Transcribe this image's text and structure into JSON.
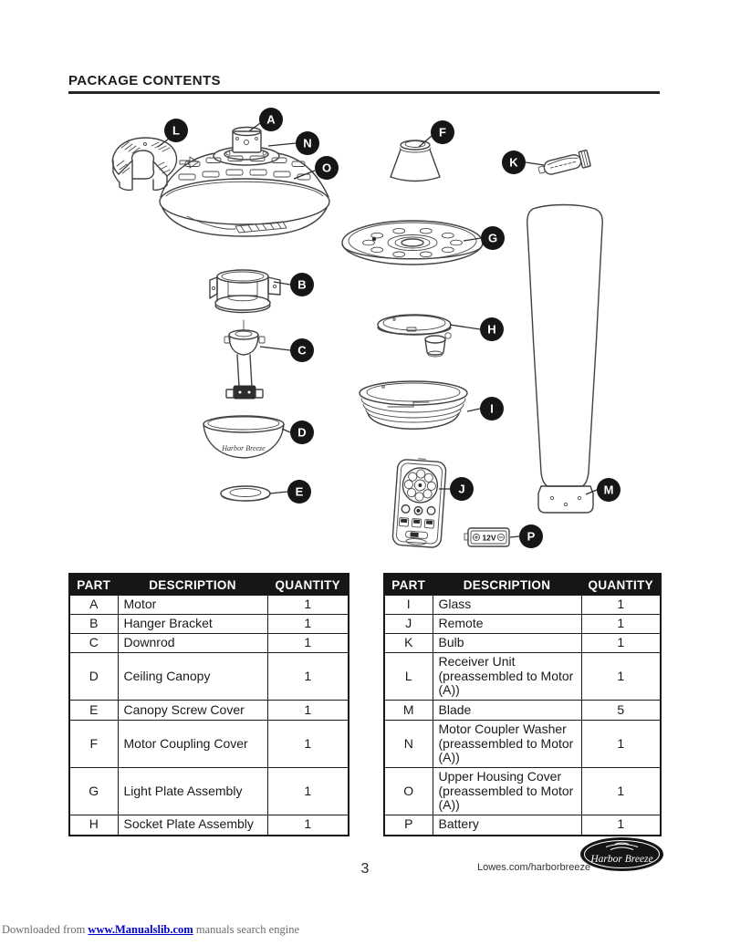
{
  "header": {
    "title": "PACKAGE CONTENTS"
  },
  "diagram": {
    "labels": [
      {
        "letter": "A"
      },
      {
        "letter": "B"
      },
      {
        "letter": "C"
      },
      {
        "letter": "D"
      },
      {
        "letter": "E"
      },
      {
        "letter": "F"
      },
      {
        "letter": "G"
      },
      {
        "letter": "H"
      },
      {
        "letter": "I"
      },
      {
        "letter": "J"
      },
      {
        "letter": "K"
      },
      {
        "letter": "L"
      },
      {
        "letter": "M"
      },
      {
        "letter": "N"
      },
      {
        "letter": "O"
      },
      {
        "letter": "P"
      }
    ],
    "battery_label": "12V",
    "canopy_brand": "Harbor Breeze"
  },
  "tables": [
    {
      "headers": [
        "PART",
        "DESCRIPTION",
        "QUANTITY"
      ],
      "rows": [
        {
          "part": "A",
          "description": "Motor",
          "quantity": "1"
        },
        {
          "part": "B",
          "description": "Hanger Bracket",
          "quantity": "1"
        },
        {
          "part": "C",
          "description": "Downrod",
          "quantity": "1"
        },
        {
          "part": "D",
          "description": "Ceiling Canopy",
          "quantity": "1"
        },
        {
          "part": "E",
          "description": "Canopy Screw Cover",
          "quantity": "1"
        },
        {
          "part": "F",
          "description": "Motor Coupling Cover",
          "quantity": "1"
        },
        {
          "part": "G",
          "description": "Light Plate Assembly",
          "quantity": "1"
        },
        {
          "part": "H",
          "description": "Socket Plate Assembly",
          "quantity": "1"
        }
      ]
    },
    {
      "headers": [
        "PART",
        "DESCRIPTION",
        "QUANTITY"
      ],
      "rows": [
        {
          "part": "I",
          "description": "Glass",
          "quantity": "1"
        },
        {
          "part": "J",
          "description": "Remote",
          "quantity": "1"
        },
        {
          "part": "K",
          "description": "Bulb",
          "quantity": "1"
        },
        {
          "part": "L",
          "description": "Receiver Unit (preassembled to Motor (A))",
          "quantity": "1"
        },
        {
          "part": "M",
          "description": "Blade",
          "quantity": "5"
        },
        {
          "part": "N",
          "description": "Motor Coupler Washer (preassembled to Motor (A))",
          "quantity": "1"
        },
        {
          "part": "O",
          "description": "Upper Housing Cover (preassembled to Motor (A))",
          "quantity": "1"
        },
        {
          "part": "P",
          "description": "Battery",
          "quantity": "1"
        }
      ]
    }
  ],
  "footer": {
    "page_number": "3",
    "website": "Lowes.com/harborbreeze",
    "brand_logo": "Harbor Breeze"
  },
  "watermark": {
    "prefix": "Downloaded from ",
    "link": "www.Manualslib.com",
    "suffix": " manuals search engine"
  }
}
